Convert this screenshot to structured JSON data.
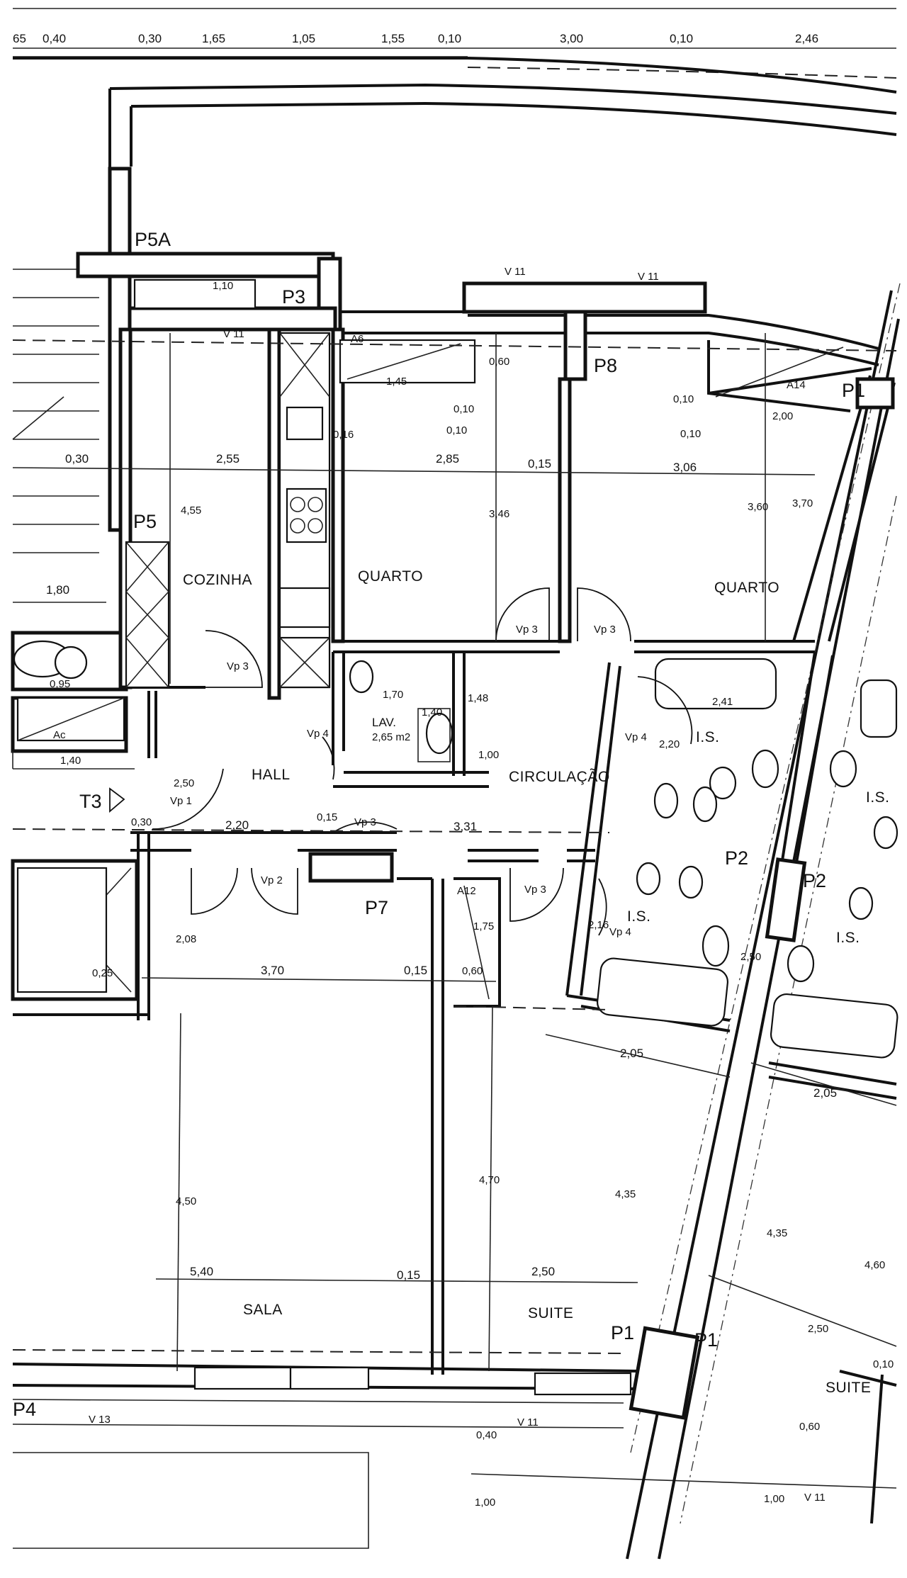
{
  "top_dimensions": [
    "65",
    "0,40",
    "0,30",
    "1,65",
    "1,05",
    "1,55",
    "0,10",
    "3,00",
    "0,10",
    "2,46"
  ],
  "rooms": {
    "cozinha": "COZINHA",
    "quarto_1": "QUARTO",
    "quarto_2": "QUARTO",
    "hall": "HALL",
    "circulacao": "CIRCULAÇÃO",
    "sala": "SALA",
    "suite_1": "SUITE",
    "suite_2": "SUITE",
    "lav": "LAV.",
    "lav_area": "2,65 m2",
    "is_1": "I.S.",
    "is_2": "I.S.",
    "is_3": "I.S.",
    "is_4": "I.S."
  },
  "pillars": {
    "p5a": "P5A",
    "p3": "P3",
    "p8": "P8",
    "p1_top": "P1",
    "p5": "P5",
    "p2_a": "P2",
    "p2_b": "P2",
    "p7": "P7",
    "p1_a": "P1",
    "p1_b": "P1",
    "p4": "P4",
    "t3": "T3"
  },
  "windows": {
    "v11_a": "V 11",
    "v11_b": "V 11",
    "v11_c": "V 11",
    "v11_d": "V 11",
    "v11_e": "V 11",
    "v13": "V 13",
    "a12": "A12",
    "a14": "A14",
    "ac": "Ac",
    "a6": "A6"
  },
  "doors": {
    "vp3_kitchen": "Vp 3",
    "vp3_q1": "Vp 3",
    "vp3_q2": "Vp 3",
    "vp3_hall": "Vp 3",
    "vp3_suite": "Vp 3",
    "vp4_lav": "Vp 4",
    "vp4_is1": "Vp 4",
    "vp4_is2": "Vp 4",
    "vp1": "Vp 1",
    "vp2": "Vp 2"
  },
  "dimensions": {
    "d_110": "1,10",
    "d_v11": "V 11",
    "d_030_left": "0,30",
    "d_255": "2,55",
    "d_285": "2,85",
    "d_015_a": "0,15",
    "d_306": "3,06",
    "d_010_a": "0,10",
    "d_010_b": "0,10",
    "d_010_c": "0,10",
    "d_010_d": "0,10",
    "d_200_q": "2,00",
    "d_145": "1,45",
    "d_060_top": "0,60",
    "d_370_q": "3,70",
    "d_455": "4,55",
    "d_346": "3,46",
    "d_360": "3,60",
    "d_016": "0,16",
    "d_180": "1,80",
    "d_095": "0,95",
    "d_140": "1,40",
    "d_170": "1,70",
    "d_040_lav": "1,40",
    "d_148": "1,48",
    "d_100_lav": "1,00",
    "d_220_is": "2,20",
    "d_241": "2,41",
    "d_250_hall": "2,50",
    "d_030_t3": "0,30",
    "d_220_hall": "2,20",
    "d_015_b": "0,15",
    "d_331": "3,31",
    "d_216": "2,16",
    "d_250_is": "2,50",
    "d_208": "2,08",
    "d_025": "0,25",
    "d_370_sala": "3,70",
    "d_015_c": "0,15",
    "d_060_a12": "0,60",
    "d_175": "1,75",
    "d_205_a": "2,05",
    "d_205_b": "2,05",
    "d_450": "4,50",
    "d_470": "4,70",
    "d_435_a": "4,35",
    "d_435_b": "4,35",
    "d_460": "4,60",
    "d_540": "5,40",
    "d_015_d": "0,15",
    "d_250_suite": "2,50",
    "d_250_suite2": "2,50",
    "d_010_e": "0,10",
    "d_040_bottom": "0,40",
    "d_100_bottom": "1,00",
    "d_060_bottom": "0,60",
    "d_100_right": "1,00"
  }
}
